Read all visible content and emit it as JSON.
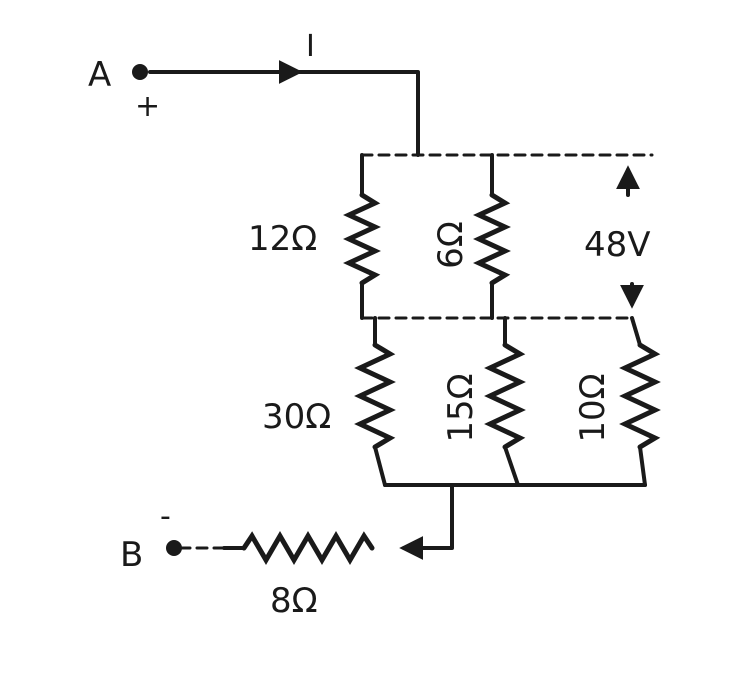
{
  "nodes": {
    "a_label": "A",
    "a_polarity": "+",
    "b_label": "B",
    "b_polarity": "-"
  },
  "current": {
    "label": "I"
  },
  "resistors": {
    "r12": "12Ω",
    "r6": "6Ω",
    "r30": "30Ω",
    "r15": "15Ω",
    "r10": "10Ω",
    "r8": "8Ω"
  },
  "voltage": {
    "label": "48V"
  }
}
